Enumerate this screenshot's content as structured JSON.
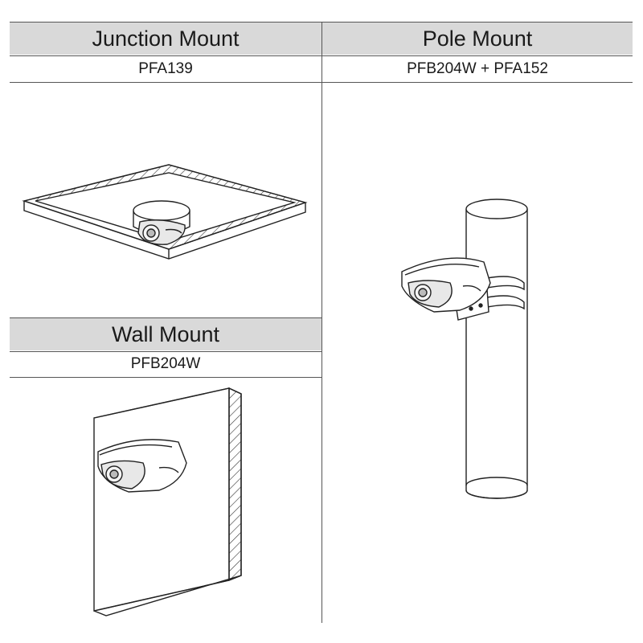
{
  "junction": {
    "title": "Junction Mount",
    "model": "PFA139"
  },
  "pole": {
    "title": "Pole Mount",
    "model": "PFB204W + PFA152"
  },
  "wall": {
    "title": "Wall Mount",
    "model": "PFB204W"
  }
}
